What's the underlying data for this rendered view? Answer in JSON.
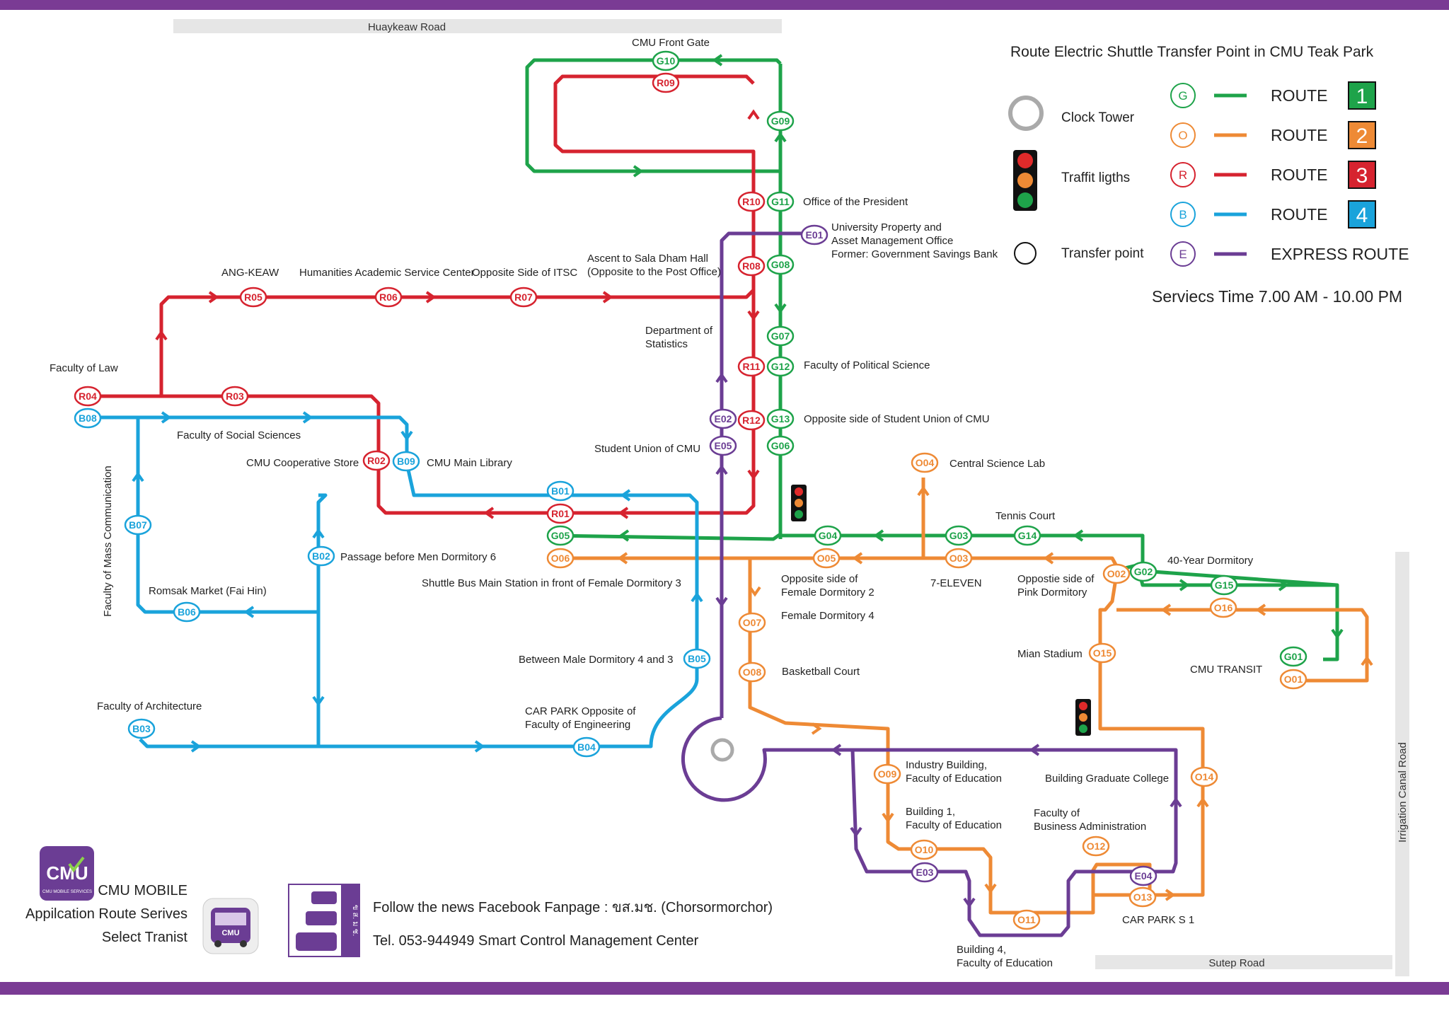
{
  "colors": {
    "green": "#1ea34a",
    "orange": "#ee8a35",
    "red": "#d6232f",
    "blue": "#1aa3db",
    "purple": "#6b3d94",
    "road": "#e6e6e6",
    "frame": "#7a3b94"
  },
  "roads": {
    "huaykeaw": "Huaykeaw Road",
    "sutep": "Sutep Road",
    "irrigation": "Irrigation Canal Road"
  },
  "legend": {
    "title": "Route Electric Shuttle Transfer Point in CMU Teak Park",
    "clock_tower": "Clock Tower",
    "traffic_lights": "Traffit ligths",
    "transfer_point": "Transfer point",
    "routes": [
      {
        "letter": "G",
        "label": "ROUTE",
        "number": "1",
        "color": "#1ea34a"
      },
      {
        "letter": "O",
        "label": "ROUTE",
        "number": "2",
        "color": "#ee8a35"
      },
      {
        "letter": "R",
        "label": "ROUTE",
        "number": "3",
        "color": "#d6232f"
      },
      {
        "letter": "B",
        "label": "ROUTE",
        "number": "4",
        "color": "#1aa3db"
      },
      {
        "letter": "E",
        "label": "EXPRESS ROUTE",
        "number": "",
        "color": "#6b3d94"
      }
    ],
    "service_time": "Serviecs Time 7.00 AM - 10.00 PM"
  },
  "stops": {
    "G01": "G01",
    "G02": "G02",
    "G03": "G03",
    "G04": "G04",
    "G05": "G05",
    "G06": "G06",
    "G07": "G07",
    "G08": "G08",
    "G09": "G09",
    "G10": "G10",
    "G11": "G11",
    "G12": "G12",
    "G13": "G13",
    "G14": "G14",
    "G15": "G15",
    "O01": "O01",
    "O02": "O02",
    "O03": "O03",
    "O04": "O04",
    "O05": "O05",
    "O06": "O06",
    "O07": "O07",
    "O08": "O08",
    "O09": "O09",
    "O10": "O10",
    "O11": "O11",
    "O12": "O12",
    "O13": "O13",
    "O14": "O14",
    "O15": "O15",
    "O16": "O16",
    "R01": "R01",
    "R02": "R02",
    "R03": "R03",
    "R04": "R04",
    "R05": "R05",
    "R06": "R06",
    "R07": "R07",
    "R08": "R08",
    "R09": "R09",
    "R10": "R10",
    "R11": "R11",
    "R12": "R12",
    "B01": "B01",
    "B02": "B02",
    "B03": "B03",
    "B04": "B04",
    "B05": "B05",
    "B06": "B06",
    "B07": "B07",
    "B08": "B08",
    "B09": "B09",
    "E01": "E01",
    "E02": "E02",
    "E03": "E03",
    "E04": "E04",
    "E05": "E05"
  },
  "places": {
    "cmu_front_gate": "CMU Front Gate",
    "office_president": "Office of the President",
    "univ_property_1": "University Property and",
    "univ_property_2": "Asset Management Office",
    "univ_property_3": "Former: Government Savings Bank",
    "ascent_1": "Ascent to Sala Dham Hall",
    "ascent_2": "(Opposite to the Post Office)",
    "ang_keaw": "ANG-KEAW",
    "humanities": "Humanities Academic Service Center",
    "opp_itsc": "Opposite Side of ITSC",
    "dept_stat_1": "Department of",
    "dept_stat_2": "Statistics",
    "faculty_law": "Faculty of Law",
    "political_science": "Faculty of  Political Science",
    "opp_student_union": "Opposite side of Student Union of CMU",
    "social_sciences": "Faculty of Social Sciences",
    "coop_store": "CMU Cooperative Store",
    "main_library": "CMU Main  Library",
    "student_union": "Student Union of CMU",
    "central_science": "Central Science Lab",
    "tennis_court": "Tennis Court",
    "mass_comm": "Faculty of Mass Communication",
    "passage_men6": "Passage before Men Dormitory 6",
    "shuttle_main": "Shuttle Bus Main Station in front of Female Dormitory 3",
    "opp_female2_1": "Opposite side of",
    "opp_female2_2": "Female Dormitory 2",
    "seven_eleven": "7-ELEVEN",
    "opp_pink_1": "Oppostie side of",
    "opp_pink_2": "Pink Dormitory",
    "forty_year": "40-Year Dormitory",
    "romsak": "Romsak Market (Fai Hin)",
    "female4": "Female Dormitory 4",
    "between_male": "Between Male Dormitory 4 and 3",
    "basketball": "Basketball Court",
    "main_stadium": "Mian Stadium",
    "cmu_transit": "CMU TRANSIT",
    "faculty_arch": "Faculty of Architecture",
    "car_park_eng_1": "CAR PARK Opposite of",
    "car_park_eng_2": "Faculty of Engineering",
    "industry_1": "Industry Building,",
    "industry_2": "Faculty of Education",
    "grad_college": "Building Graduate College",
    "bldg1_1": "Building 1,",
    "bldg1_2": "Faculty of Education",
    "bus_admin_1": "Faculty of",
    "bus_admin_2": "Business Administration",
    "car_park_s1": "CAR PARK S 1",
    "bldg4_1": "Building 4,",
    "bldg4_2": "Faculty of Education"
  },
  "footer": {
    "logo_text": "CMU",
    "logo_sub": "CMU MOBILE SERVICES",
    "app_line1": "CMU MOBILE",
    "app_line2": "Appilcation Route Serives",
    "app_line3": "Select  Tranist",
    "app_icon_text": "CMU",
    "badge_letters": "ข ส. ม ช.",
    "facebook": "Follow the news Facebook Fanpage : ขส.มช. (Chorsormorchor)",
    "tel": "Tel. 053-944949   Smart Control Management Center"
  }
}
